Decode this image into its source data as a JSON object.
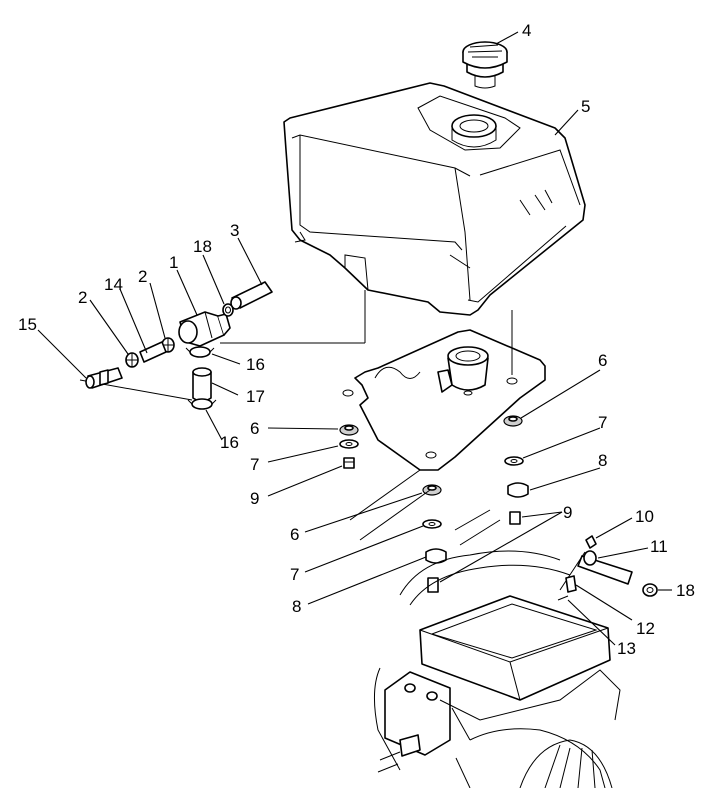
{
  "callouts": {
    "c1": "1",
    "c2a": "2",
    "c2b": "2",
    "c3": "3",
    "c4": "4",
    "c5": "5",
    "c6a": "6",
    "c6b": "6",
    "c6c": "6",
    "c7a": "7",
    "c7b": "7",
    "c7c": "7",
    "c8a": "8",
    "c8b": "8",
    "c9a": "9",
    "c9b": "9",
    "c10": "10",
    "c11": "11",
    "c12": "12",
    "c13": "13",
    "c14": "14",
    "c15": "15",
    "c16a": "16",
    "c16b": "16",
    "c17": "17",
    "c18a": "18",
    "c18b": "18"
  }
}
